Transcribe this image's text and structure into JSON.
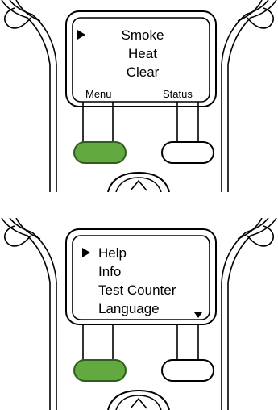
{
  "screen1": {
    "menu_items": [
      "Smoke",
      "Heat",
      "Clear"
    ],
    "left_softkey": "Menu",
    "right_softkey": "Status"
  },
  "screen2": {
    "menu_items": [
      "Help",
      "Info",
      "Test Counter",
      "Language"
    ]
  },
  "colors": {
    "green_button": "#62a93f"
  },
  "icons": [
    "selection-arrow-icon",
    "scroll-down-icon",
    "up-arrow-icon"
  ]
}
